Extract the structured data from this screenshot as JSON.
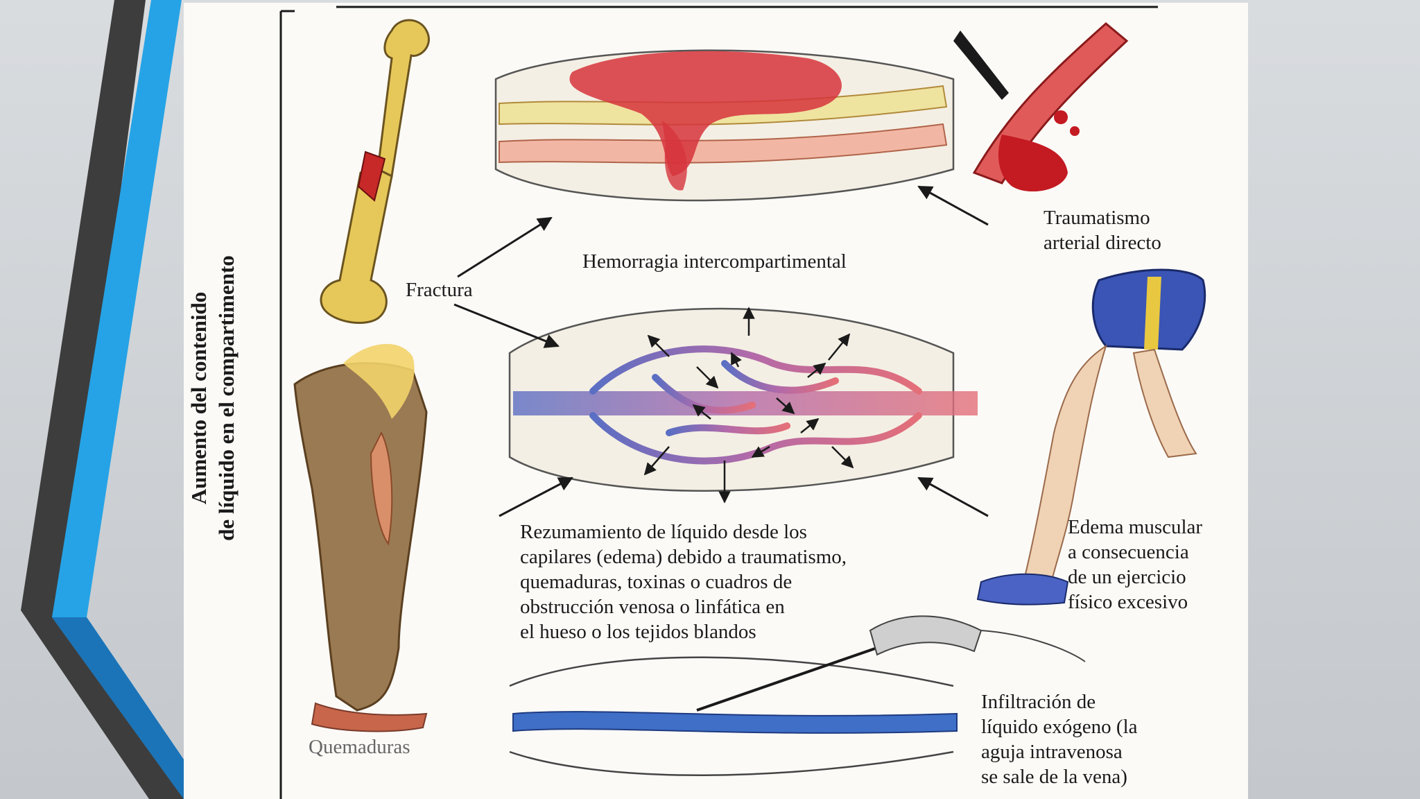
{
  "slide": {
    "accent_colors": [
      "#3a3a3a",
      "#1f8fd6",
      "#2a6fb0"
    ]
  },
  "figure": {
    "axis_label": {
      "line1": "Aumento del contenido",
      "line2": "de líquido en el compartimento"
    },
    "labels": {
      "fracture": "Fractura",
      "hemorrhage": "Hemorragia intercompartimental",
      "arterial_trauma": [
        "Traumatismo",
        "arterial directo"
      ],
      "edema_capillaries": [
        "Rezumamiento de líquido desde los",
        "capilares (edema) debido a traumatismo,",
        "quemaduras, toxinas o cuadros de",
        "obstrucción venosa o linfática en",
        "el hueso o los tejidos blandos"
      ],
      "muscle_edema": [
        "Edema muscular",
        "a consecuencia",
        "de un ejercicio",
        "físico excesivo"
      ],
      "burns": "Quemaduras",
      "infiltration": [
        "Infiltración de",
        "líquido exógeno (la",
        "aguja intravenosa",
        "se sale de la vena)"
      ]
    },
    "icons": [
      "fractured-bone-icon",
      "cut-artery-icon",
      "burned-leg-icon",
      "running-leg-icon",
      "iv-needle-icon"
    ]
  }
}
